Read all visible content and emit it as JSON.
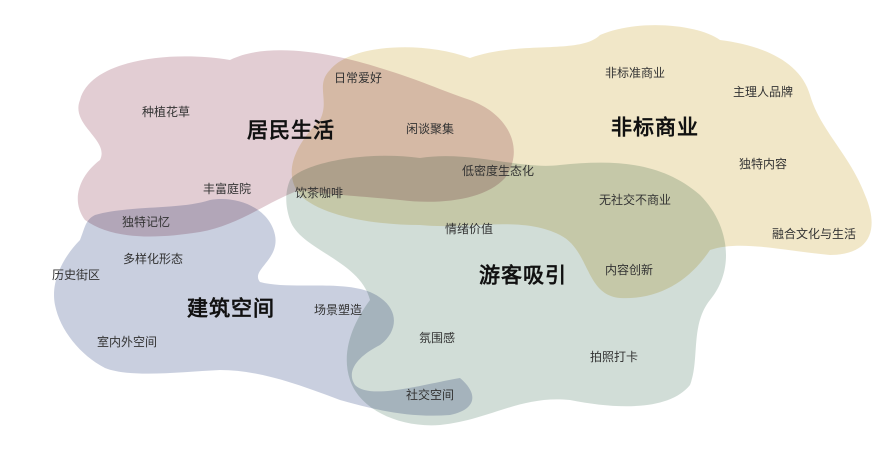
{
  "groups": {
    "resident": {
      "title": "居民生活",
      "color": "#d5b8c0"
    },
    "commerce": {
      "title": "非标商业",
      "color": "#ecdfb5"
    },
    "tourist": {
      "title": "游客吸引",
      "color": "#bfd0c8"
    },
    "architecture": {
      "title": "建筑空间",
      "color": "#b4bcd2"
    }
  },
  "keywords": {
    "richang_aihao": "日常爱好",
    "zhongzhi_huacao": "种植花草",
    "xiantan_juji": "闲谈聚集",
    "dimidu_shengtaihua": "低密度生态化",
    "fengfu_tingyuan": "丰富庭院",
    "yincha_kafei": "饮茶咖啡",
    "dute_jiyi": "独特记忆",
    "feibiaozhun_shangye": "非标准商业",
    "zhuliren_pinpai": "主理人品牌",
    "dute_neirong": "独特内容",
    "wu_shejiao": "无社交不商业",
    "ronghe_wenhua": "融合文化与生活",
    "qingxu_jiazhi": "情绪价值",
    "neirong_chuangxin": "内容创新",
    "duoyanghua_xingtai": "多样化形态",
    "lishi_jiequ": "历史街区",
    "changjing_suzao": "场景塑造",
    "fenweigan": "氛围感",
    "shinei_wai_kongjian": "室内外空间",
    "paizhao_daka": "拍照打卡",
    "shejiao_kongjian": "社交空间"
  }
}
